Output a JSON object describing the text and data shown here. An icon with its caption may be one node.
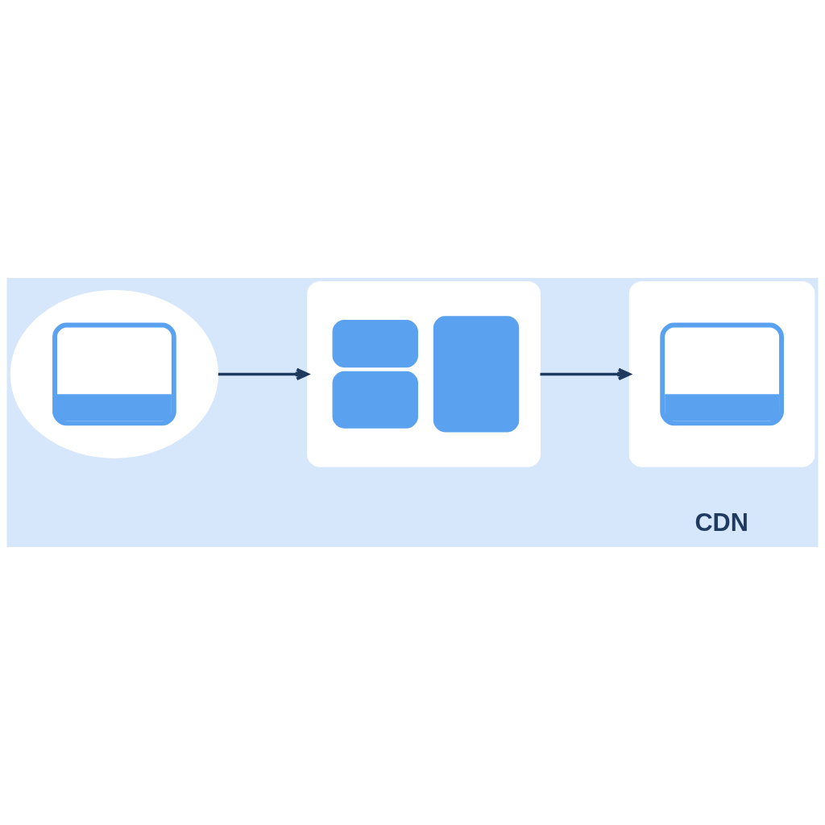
{
  "diagram": {
    "nodes": [
      {
        "text": [],
        "shape": "cloud"
      },
      {
        "text": [],
        "shape": "box"
      },
      {
        "text": [],
        "shape": "box",
        "beside": [
          "CDN"
        ]
      }
    ],
    "edges": [
      {
        "from": 0,
        "to": 1,
        "arrow": "to"
      },
      {
        "from": 1,
        "to": 2,
        "arrow": "to"
      }
    ]
  }
}
